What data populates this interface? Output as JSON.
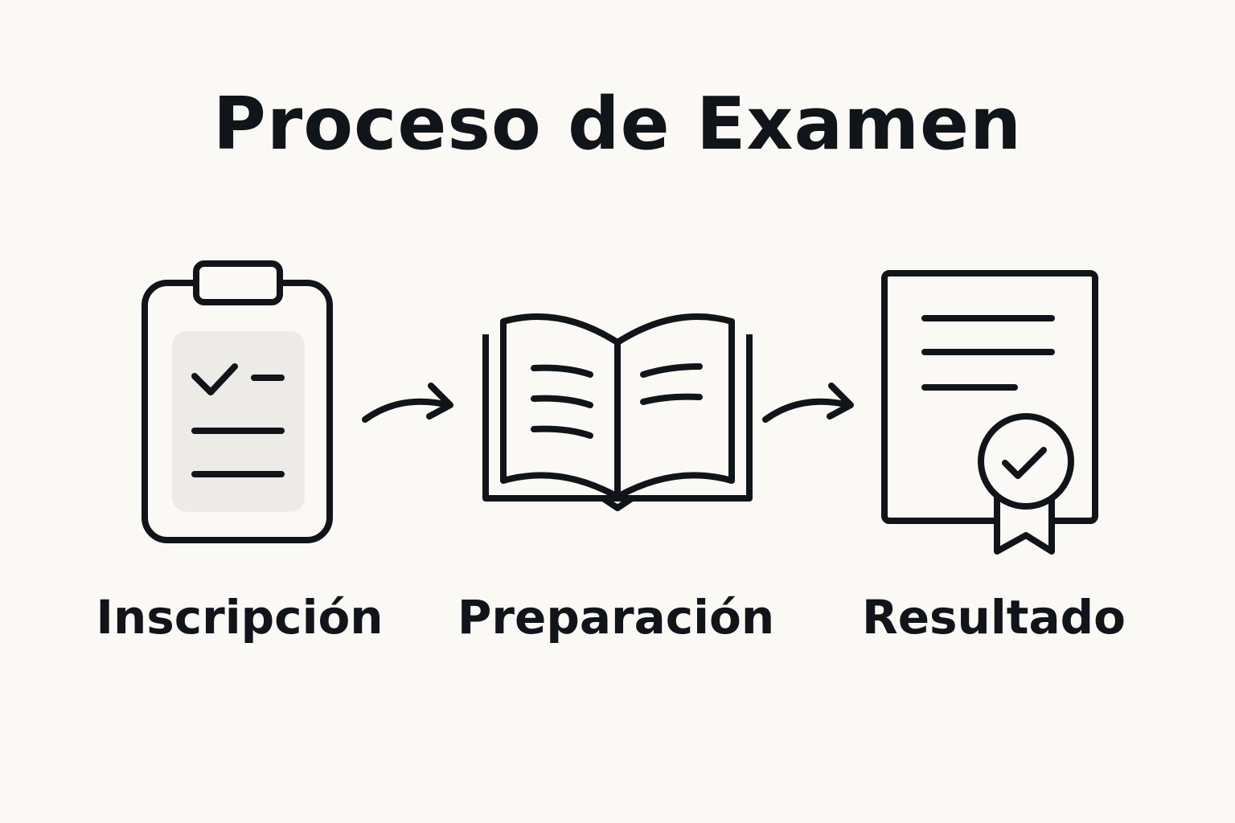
{
  "title": "Proceso de Examen",
  "colors": {
    "background": "#FAF9F5",
    "ink": "#111418",
    "panel": "#ECEBE8"
  },
  "steps": [
    {
      "label": "Inscripción",
      "icon": "clipboard-checklist-icon"
    },
    {
      "label": "Preparación",
      "icon": "open-book-icon"
    },
    {
      "label": "Resultado",
      "icon": "certificate-badge-icon"
    }
  ]
}
